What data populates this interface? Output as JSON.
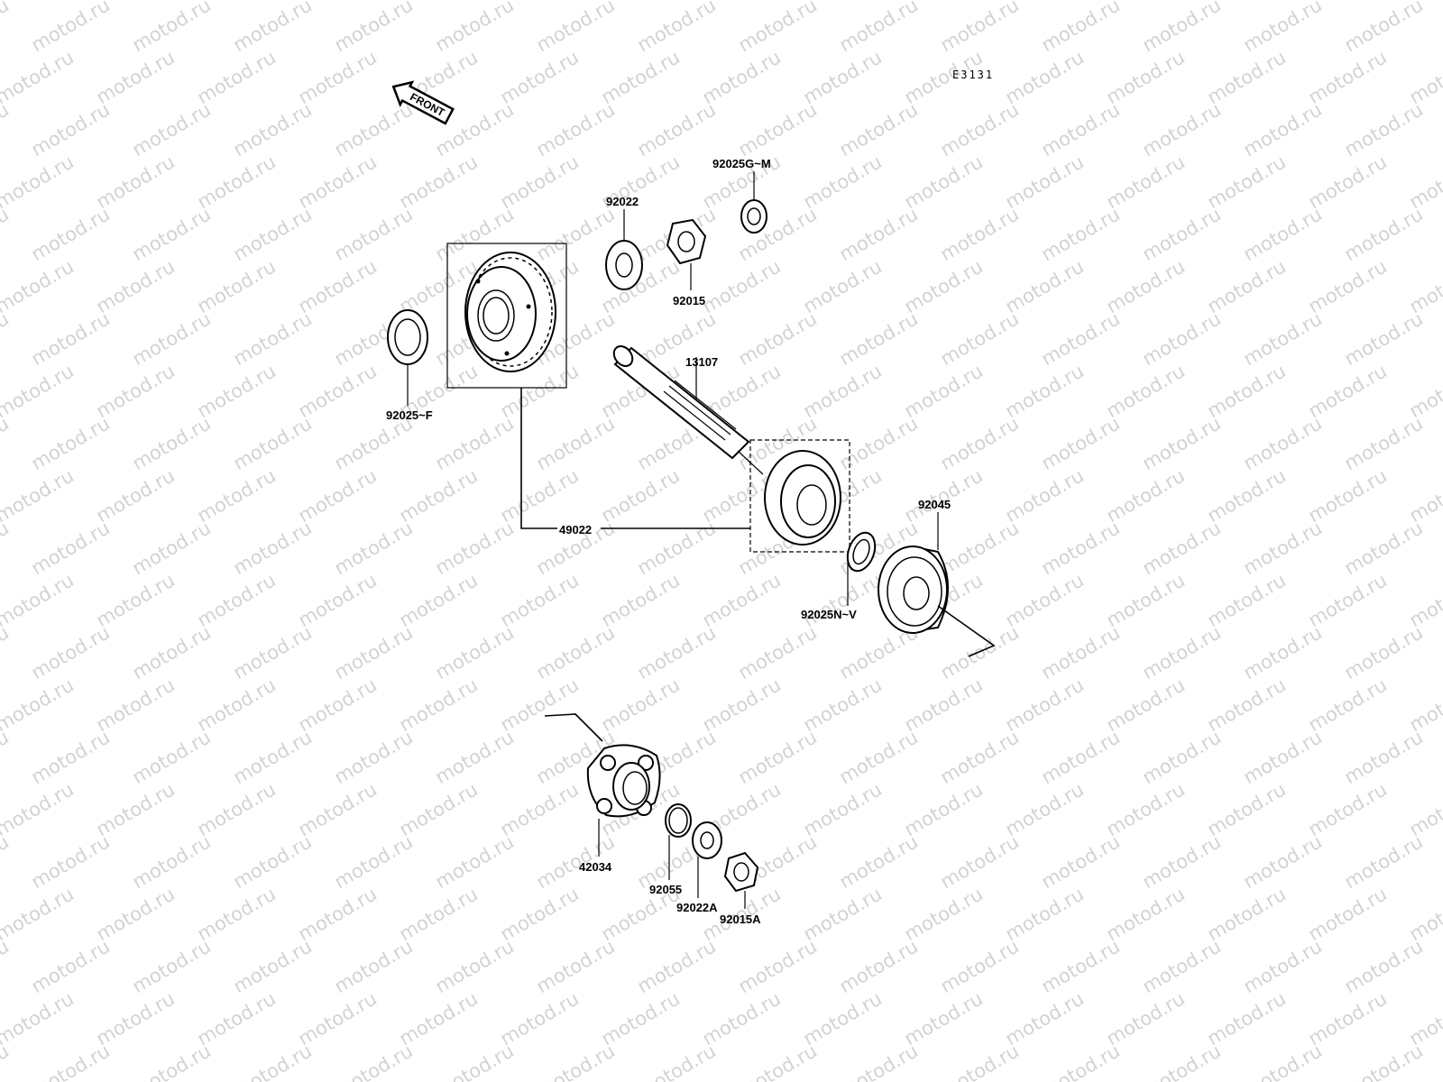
{
  "watermark": {
    "text": "motod.ru"
  },
  "diagram": {
    "code": "E3131",
    "front_label": "FRONT",
    "labels": {
      "p92025GM": "92025G~M",
      "p92022": "92022",
      "p92015": "92015",
      "p92025F": "92025~F",
      "p13107": "13107",
      "p49022": "49022",
      "p92045": "92045",
      "p92025NV": "92025N~V",
      "p42034": "42034",
      "p92055": "92055",
      "p92022A": "92022A",
      "p92015A": "92015A"
    }
  },
  "colors": {
    "line": "#000000",
    "watermark": "#d3d3d3",
    "background": "#ffffff"
  }
}
